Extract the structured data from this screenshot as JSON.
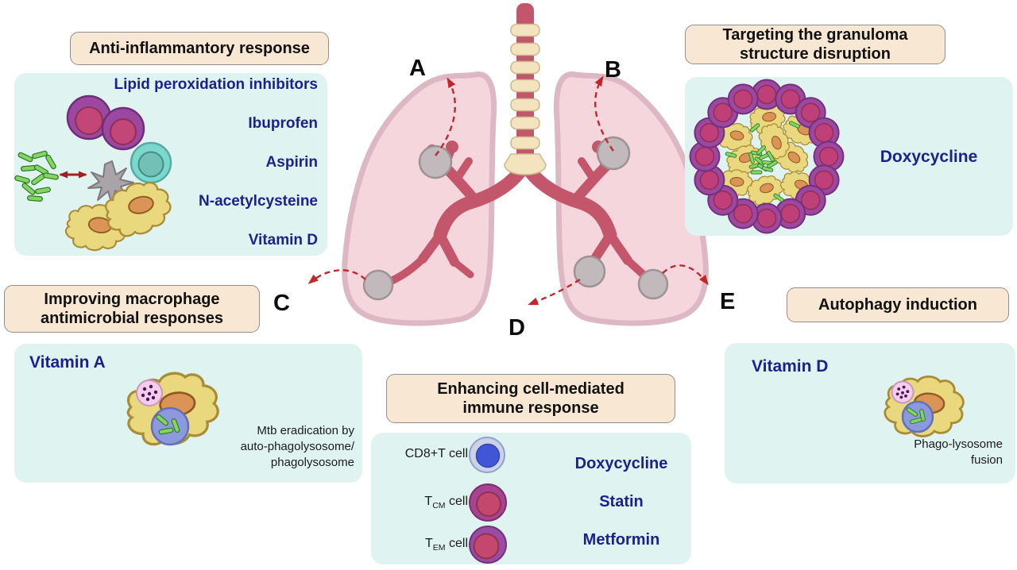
{
  "figure": {
    "description": "Host-directed therapy approaches around a lungs-with-granulomas illustration",
    "region_labels": [
      "A",
      "B",
      "C",
      "D",
      "E"
    ],
    "background": "#ffffff"
  },
  "colors": {
    "header_bg": "#F8E7D2",
    "header_border": "#8E8E8E",
    "panel_bg": "#DFF4F1",
    "navy_text": "#1E1E8F",
    "black_text": "#1A1A1A",
    "arrow_red": "#C1272D",
    "lung_fill": "#F5D6DD",
    "lung_stroke": "#DDB7C4",
    "bronchi": "#C4566B",
    "trachea_ring": "#F3E3BE",
    "granuloma_gray": "#BFB7B9",
    "macrophage_yellow": "#E9D87E",
    "t_cell_purple": "#9C48A0",
    "t_cell_magenta": "#BF3F78",
    "cd8_blue": "#4156D6",
    "bacteria_green": "#85D563"
  },
  "panels": {
    "anti_inflammatory": {
      "title": "Anti-inflammantory response",
      "items": [
        "Lipid peroxidation inhibitors",
        "Ibuprofen",
        "Aspirin",
        "N-acetylcysteine",
        "Vitamin D"
      ]
    },
    "granuloma_disruption": {
      "title": "Targeting the granuloma\nstructure disruption",
      "drug": "Doxycycline"
    },
    "macrophage_responses": {
      "title": "Improving macrophage\nantimicrobial responses",
      "drug": "Vitamin A",
      "note": "Mtb eradication by\nauto-phagolysosome/\nphagolysosome"
    },
    "cell_mediated": {
      "title": "Enhancing cell-mediated\nimmune response",
      "cell_labels": [
        {
          "pre": "CD8+T",
          "sub": "",
          "post": " cell"
        },
        {
          "pre": "T",
          "sub": "CM",
          "post": " cell"
        },
        {
          "pre": "T",
          "sub": "EM",
          "post": " cell"
        }
      ],
      "drugs": [
        "Doxycycline",
        "Statin",
        "Metformin"
      ]
    },
    "autophagy": {
      "title": "Autophagy induction",
      "drug": "Vitamin D",
      "note": "Phago-lysosome\nfusion"
    }
  }
}
